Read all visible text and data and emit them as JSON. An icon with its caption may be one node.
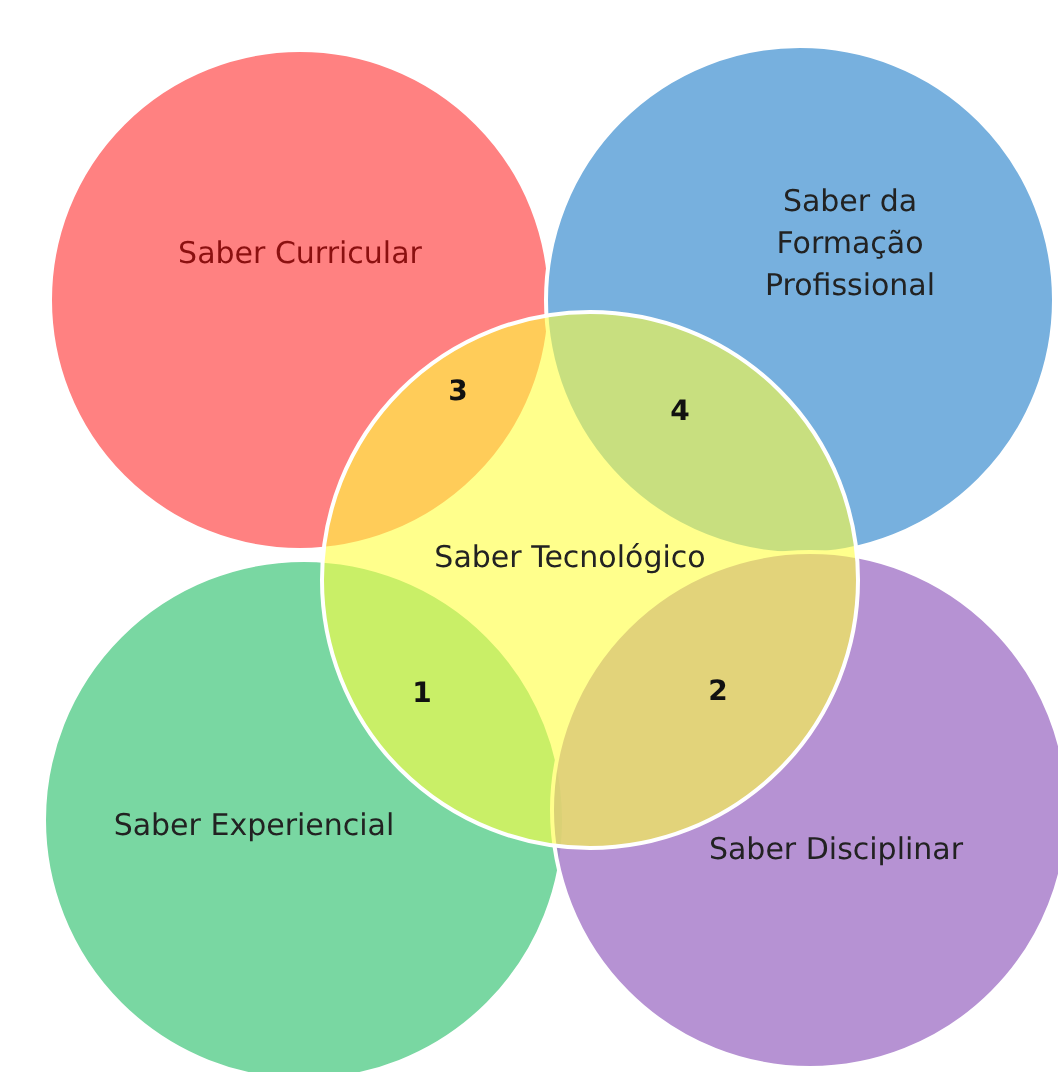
{
  "diagram": {
    "nodes": [
      {
        "text": [
          "Saber Curricular"
        ]
      },
      {
        "text": [
          "Saber da Formação Profissional"
        ]
      },
      {
        "text": [
          "Saber Experiencial"
        ]
      },
      {
        "text": [
          "Saber Disciplinar"
        ]
      },
      {
        "text": [
          "Saber Tecnológico"
        ]
      }
    ],
    "edges": [],
    "labels": [
      "3",
      "4",
      "1",
      "2"
    ]
  }
}
